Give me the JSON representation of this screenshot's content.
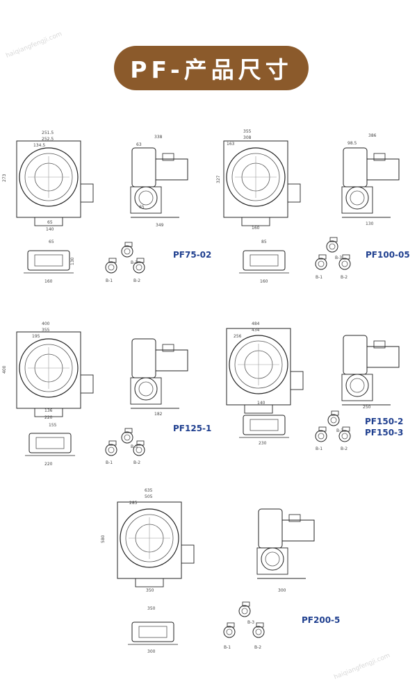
{
  "banner": {
    "title": "PF-产品尺寸"
  },
  "watermark": "haiqiangfengji.com",
  "models": [
    {
      "label": "PF75-02"
    },
    {
      "label": "PF100-05"
    },
    {
      "label": "PF125-1"
    },
    {
      "label": "PF150-2"
    },
    {
      "label": "PF150-3"
    },
    {
      "label": "PF200-5"
    }
  ],
  "outlets": {
    "b1": "B-1",
    "b2": "B-2",
    "b3": "B-3"
  },
  "dims": {
    "pf75": {
      "w1": "251.5",
      "w2": "252.5",
      "w3": "134.5",
      "h1": "273",
      "b1": "65",
      "b2": "140",
      "s1": "338",
      "s2": "63",
      "s3": "349",
      "s4": "65",
      "f1": "65",
      "f2": "160",
      "f3": "130"
    },
    "pf100": {
      "w1": "355",
      "w2": "308",
      "w3": "163",
      "h1": "327",
      "b1": "160",
      "s1": "386",
      "s2": "98.5",
      "s3": "130",
      "f1": "85",
      "f2": "160"
    },
    "pf125": {
      "w1": "400",
      "w2": "355",
      "w3": "195",
      "h1": "400",
      "b1": "136",
      "b2": "220",
      "s1": "182",
      "f1": "155",
      "f2": "220"
    },
    "pf150": {
      "w1": "484",
      "w2": "434",
      "w3": "256",
      "b1": "140",
      "b2": "230",
      "s1": "250"
    },
    "pf200": {
      "w1": "635",
      "w2": "505",
      "w3": "285",
      "h1": "580",
      "b1": "350",
      "s1": "300",
      "f1": "350",
      "f2": "300"
    }
  }
}
